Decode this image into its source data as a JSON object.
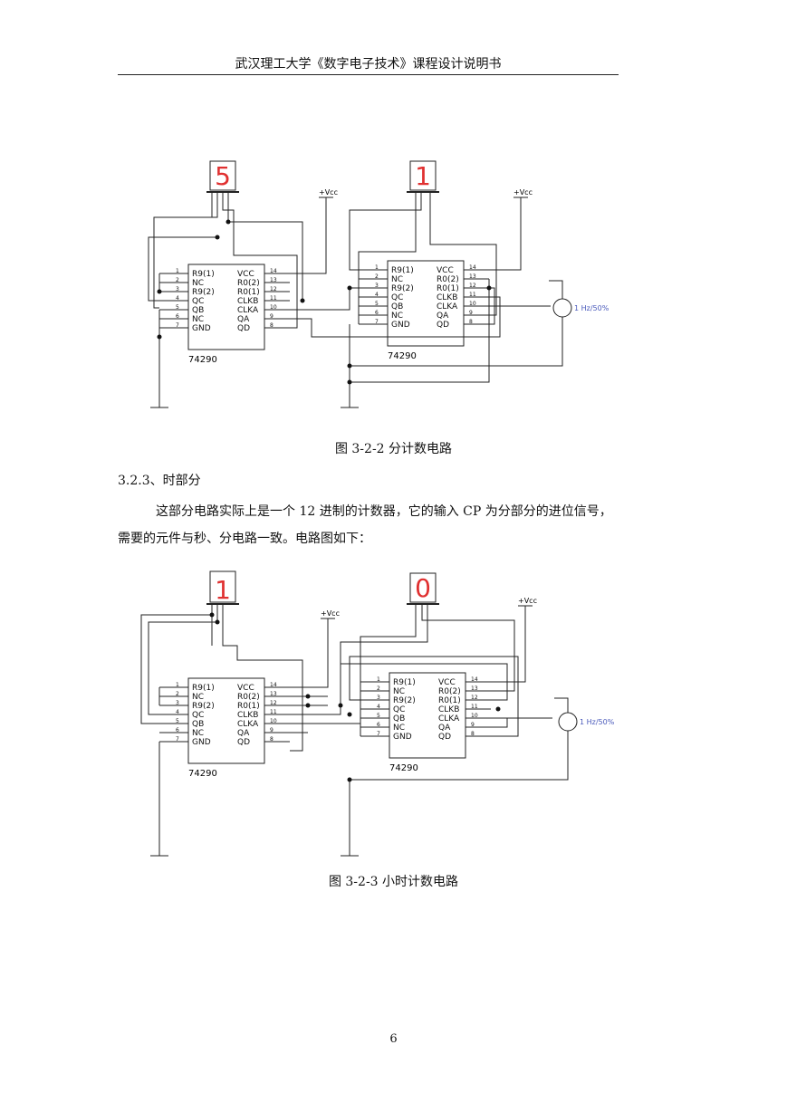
{
  "header": {
    "title": "武汉理工大学《数字电子技术》课程设计说明书"
  },
  "chip_pin_labels_left": [
    "R9(1)",
    "NC",
    "R9(2)",
    "QC",
    "QB",
    "NC",
    "GND"
  ],
  "chip_pin_labels_right": [
    "VCC",
    "R0(2)",
    "R0(1)",
    "CLKB",
    "CLKA",
    "QA",
    "QD"
  ],
  "chip_pin_numbers_left": [
    "1",
    "2",
    "3",
    "4",
    "5",
    "6",
    "7"
  ],
  "chip_pin_numbers_right": [
    "14",
    "13",
    "12",
    "11",
    "10",
    "9",
    "8"
  ],
  "figure1": {
    "caption": "图 3-2-2  分计数电路",
    "left_display": "5",
    "right_display": "1",
    "left_chip": "74290",
    "right_chip": "74290",
    "vcc_left": "+Vcc",
    "vcc_right": "+Vcc",
    "clock_label": "1 Hz/50%"
  },
  "section": {
    "heading": "3.2.3、时部分",
    "body": "这部分电路实际上是一个 12 进制的计数器，它的输入 CP 为分部分的进位信号，需要的元件与秒、分电路一致。电路图如下："
  },
  "figure2": {
    "caption": "图 3-2-3  小时计数电路",
    "left_display": "1",
    "right_display": "0",
    "left_chip": "74290",
    "right_chip": "74290",
    "vcc_left": "+Vcc",
    "vcc_right": "+Vcc",
    "clock_label": "1 Hz/50%"
  },
  "page_number": "6"
}
